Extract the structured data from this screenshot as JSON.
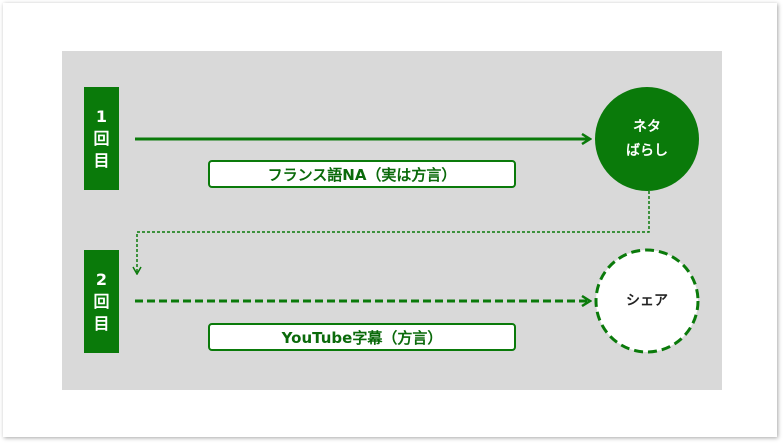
{
  "colors": {
    "green": "#0a7a0a",
    "panel": "#d9d9d9"
  },
  "rows": [
    {
      "label_chars": [
        "1",
        "回",
        "目"
      ],
      "box_text": "フランス語NA（実は方言）",
      "circle_lines": [
        "ネタ",
        "ばらし"
      ],
      "style": "solid"
    },
    {
      "label_chars": [
        "2",
        "回",
        "目"
      ],
      "box_text": "YouTube字幕（方言）",
      "circle_lines": [
        "シェア"
      ],
      "style": "dashed"
    }
  ]
}
